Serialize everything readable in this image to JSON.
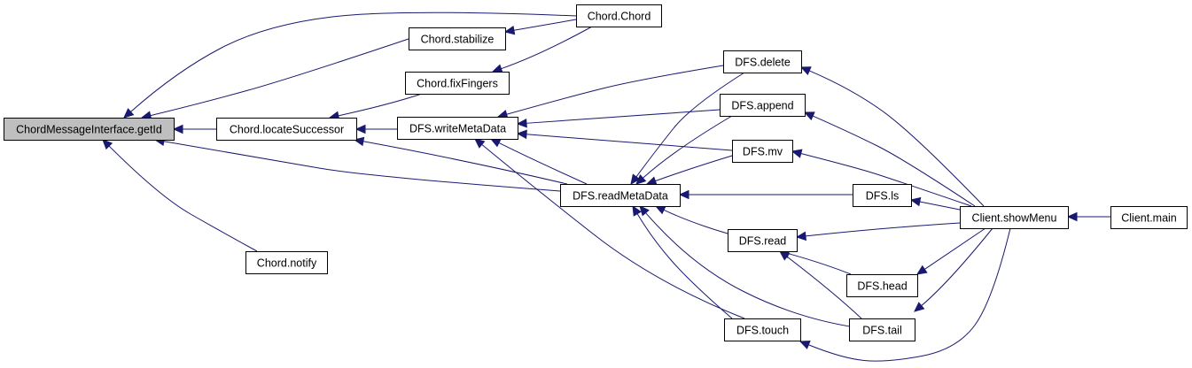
{
  "colors": {
    "edge": "#191970",
    "node_fill": "#ffffff",
    "highlighted_node_fill": "#bfbfbf",
    "node_border": "#000000"
  },
  "nodes": [
    {
      "id": "getid",
      "label": "ChordMessageInterface.getId",
      "highlighted": true
    },
    {
      "id": "locatesuccessor",
      "label": "Chord.locateSuccessor",
      "highlighted": false
    },
    {
      "id": "notify",
      "label": "Chord.notify",
      "highlighted": false
    },
    {
      "id": "stabilize",
      "label": "Chord.stabilize",
      "highlighted": false
    },
    {
      "id": "fixfingers",
      "label": "Chord.fixFingers",
      "highlighted": false
    },
    {
      "id": "chord",
      "label": "Chord.Chord",
      "highlighted": false
    },
    {
      "id": "writemetadata",
      "label": "DFS.writeMetaData",
      "highlighted": false
    },
    {
      "id": "readmetadata",
      "label": "DFS.readMetaData",
      "highlighted": false
    },
    {
      "id": "delete",
      "label": "DFS.delete",
      "highlighted": false
    },
    {
      "id": "append",
      "label": "DFS.append",
      "highlighted": false
    },
    {
      "id": "mv",
      "label": "DFS.mv",
      "highlighted": false
    },
    {
      "id": "ls",
      "label": "DFS.ls",
      "highlighted": false
    },
    {
      "id": "read",
      "label": "DFS.read",
      "highlighted": false
    },
    {
      "id": "head",
      "label": "DFS.head",
      "highlighted": false
    },
    {
      "id": "touch",
      "label": "DFS.touch",
      "highlighted": false
    },
    {
      "id": "tail",
      "label": "DFS.tail",
      "highlighted": false
    },
    {
      "id": "showmenu",
      "label": "Client.showMenu",
      "highlighted": false
    },
    {
      "id": "main",
      "label": "Client.main",
      "highlighted": false
    }
  ],
  "edges": [
    {
      "from": "locatesuccessor",
      "to": "getid"
    },
    {
      "from": "notify",
      "to": "getid"
    },
    {
      "from": "stabilize",
      "to": "getid"
    },
    {
      "from": "chord",
      "to": "getid"
    },
    {
      "from": "readmetadata",
      "to": "getid"
    },
    {
      "from": "fixfingers",
      "to": "locatesuccessor"
    },
    {
      "from": "writemetadata",
      "to": "locatesuccessor"
    },
    {
      "from": "readmetadata",
      "to": "locatesuccessor"
    },
    {
      "from": "chord",
      "to": "stabilize"
    },
    {
      "from": "chord",
      "to": "fixfingers"
    },
    {
      "from": "delete",
      "to": "writemetadata"
    },
    {
      "from": "append",
      "to": "writemetadata"
    },
    {
      "from": "mv",
      "to": "writemetadata"
    },
    {
      "from": "readmetadata",
      "to": "writemetadata"
    },
    {
      "from": "touch",
      "to": "writemetadata"
    },
    {
      "from": "delete",
      "to": "readmetadata"
    },
    {
      "from": "append",
      "to": "readmetadata"
    },
    {
      "from": "mv",
      "to": "readmetadata"
    },
    {
      "from": "ls",
      "to": "readmetadata"
    },
    {
      "from": "read",
      "to": "readmetadata"
    },
    {
      "from": "touch",
      "to": "readmetadata"
    },
    {
      "from": "tail",
      "to": "readmetadata"
    },
    {
      "from": "showmenu",
      "to": "delete"
    },
    {
      "from": "showmenu",
      "to": "append"
    },
    {
      "from": "showmenu",
      "to": "mv"
    },
    {
      "from": "showmenu",
      "to": "ls"
    },
    {
      "from": "showmenu",
      "to": "read"
    },
    {
      "from": "head",
      "to": "read"
    },
    {
      "from": "tail",
      "to": "read"
    },
    {
      "from": "showmenu",
      "to": "head"
    },
    {
      "from": "showmenu",
      "to": "tail"
    },
    {
      "from": "showmenu",
      "to": "touch"
    },
    {
      "from": "main",
      "to": "showmenu"
    }
  ]
}
